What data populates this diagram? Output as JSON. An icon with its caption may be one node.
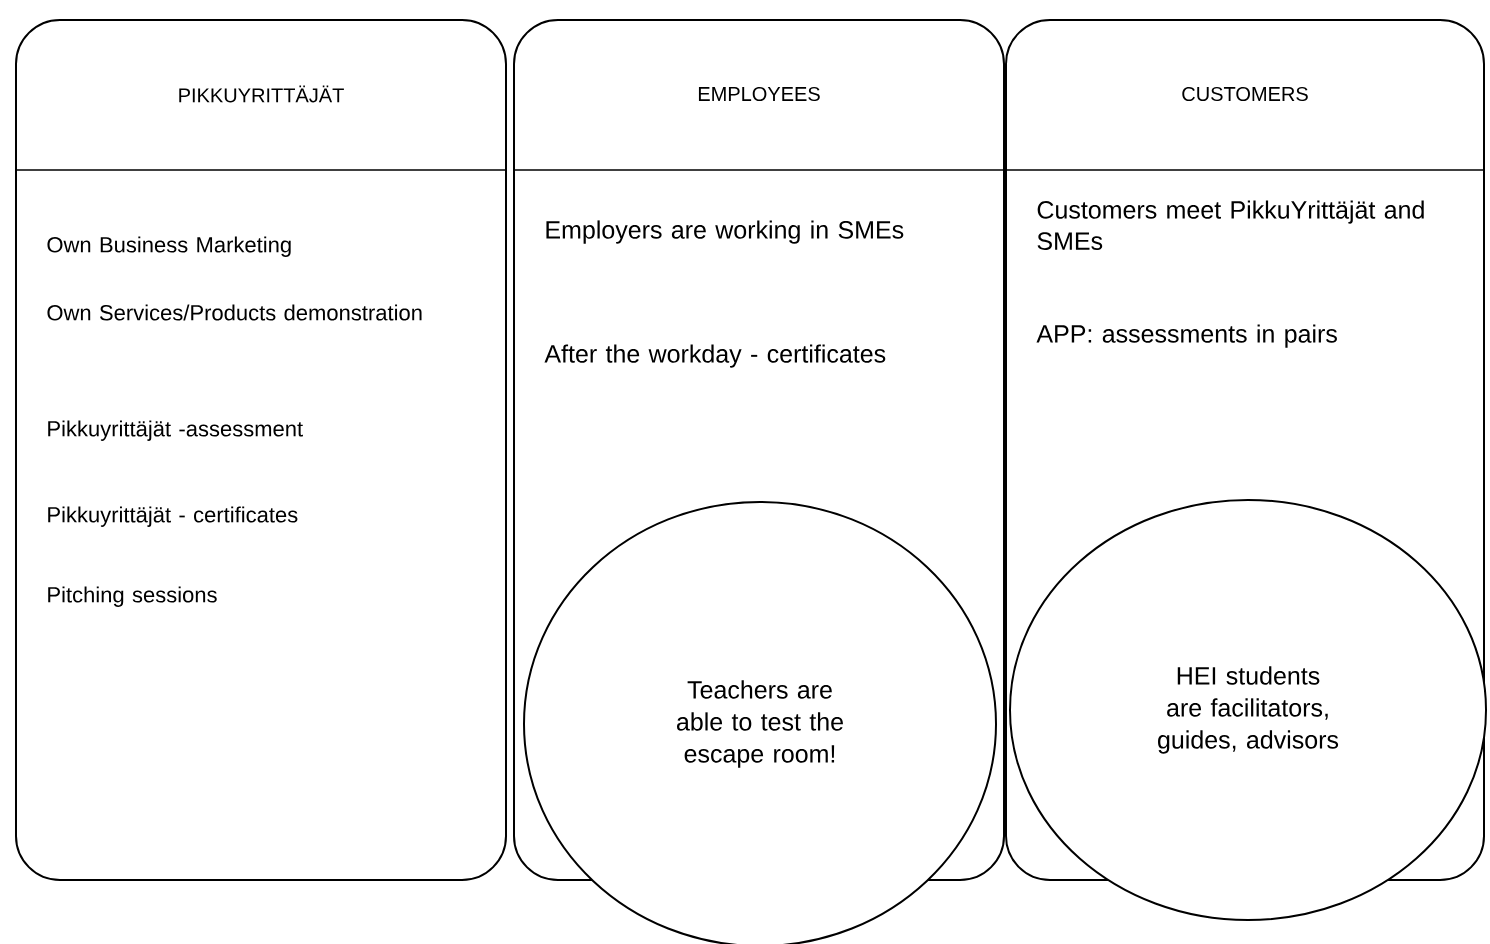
{
  "diagram": {
    "nodes": [
      {
        "text": [
          "PIKKUYRITTÄJÄT",
          "Own Business Marketing",
          "Own Services/Products demonstration",
          "Pikkuyrittäjät -assessment",
          "Pikkuyrittäjät - certificates",
          "Pitching sessions"
        ]
      },
      {
        "text": [
          "EMPLOYEES",
          "Employers are working in SMEs",
          "After the workday - certificates"
        ]
      },
      {
        "text": [
          "CUSTOMERS",
          "Customers meet PikkuYrittäjät and SMEs",
          "APP: assessments in pairs"
        ]
      },
      {
        "text": [
          "Teachers are able to test the escape room!"
        ]
      },
      {
        "text": [
          "HEI students are facilitators, guides, advisors"
        ]
      }
    ]
  }
}
